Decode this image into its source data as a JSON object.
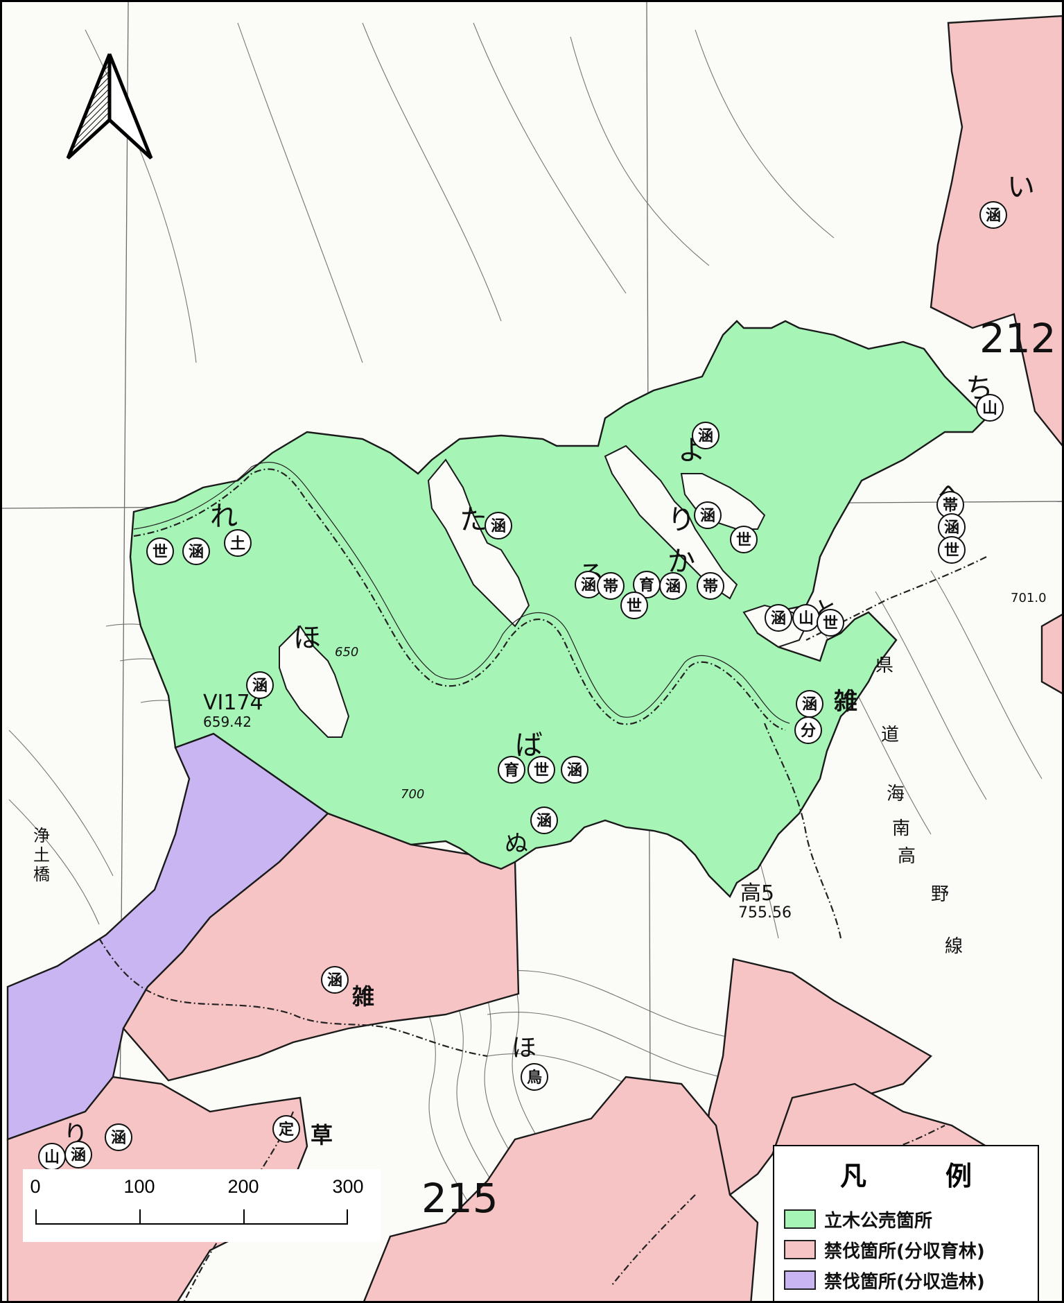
{
  "legend": {
    "title": "凡　例",
    "items": [
      {
        "label": "立木公売箇所",
        "color": "#a6f5b7"
      },
      {
        "label": "禁伐箇所(分収育林)",
        "color": "#f6c4c4"
      },
      {
        "label": "禁伐箇所(分収造林)",
        "color": "#c9b5f2"
      }
    ]
  },
  "scale_bar": {
    "ticks": [
      "0",
      "100",
      "200",
      "300"
    ]
  },
  "map_labels": {
    "compartment_212": "212",
    "compartment_215": "215",
    "compartment_VI174": "VI174",
    "elev_VI174": "659.42",
    "peak_code": "高5",
    "elev_peak": "755.56",
    "elev_650": "650",
    "elev_700": "700",
    "elev_701": "701.0",
    "road_name_1": "県",
    "road_name_2": "道",
    "road_name_3": "海",
    "road_name_4": "南",
    "road_name_5": "高",
    "road_name_6": "野",
    "road_name_7": "線",
    "bridge_1": "浄",
    "bridge_2": "土",
    "bridge_3": "橋"
  },
  "stand_letters": [
    "れ",
    "た",
    "よ",
    "り",
    "か",
    "ろ",
    "ほ",
    "ば",
    "ぬ",
    "と",
    "へ",
    "ち",
    "い",
    "ほ",
    "り"
  ],
  "stand_marks": [
    "世",
    "涵",
    "土",
    "涵",
    "涵",
    "涵",
    "世",
    "涵",
    "帯",
    "育",
    "世",
    "涵",
    "帯",
    "涵",
    "山",
    "世",
    "涵",
    "育",
    "世",
    "涵",
    "涵",
    "帯",
    "涵",
    "世",
    "涵",
    "山",
    "涵",
    "分",
    "山",
    "涵",
    "涵",
    "涵",
    "定",
    "鳥"
  ],
  "stand_suffix": [
    "雑",
    "草",
    "雑"
  ]
}
